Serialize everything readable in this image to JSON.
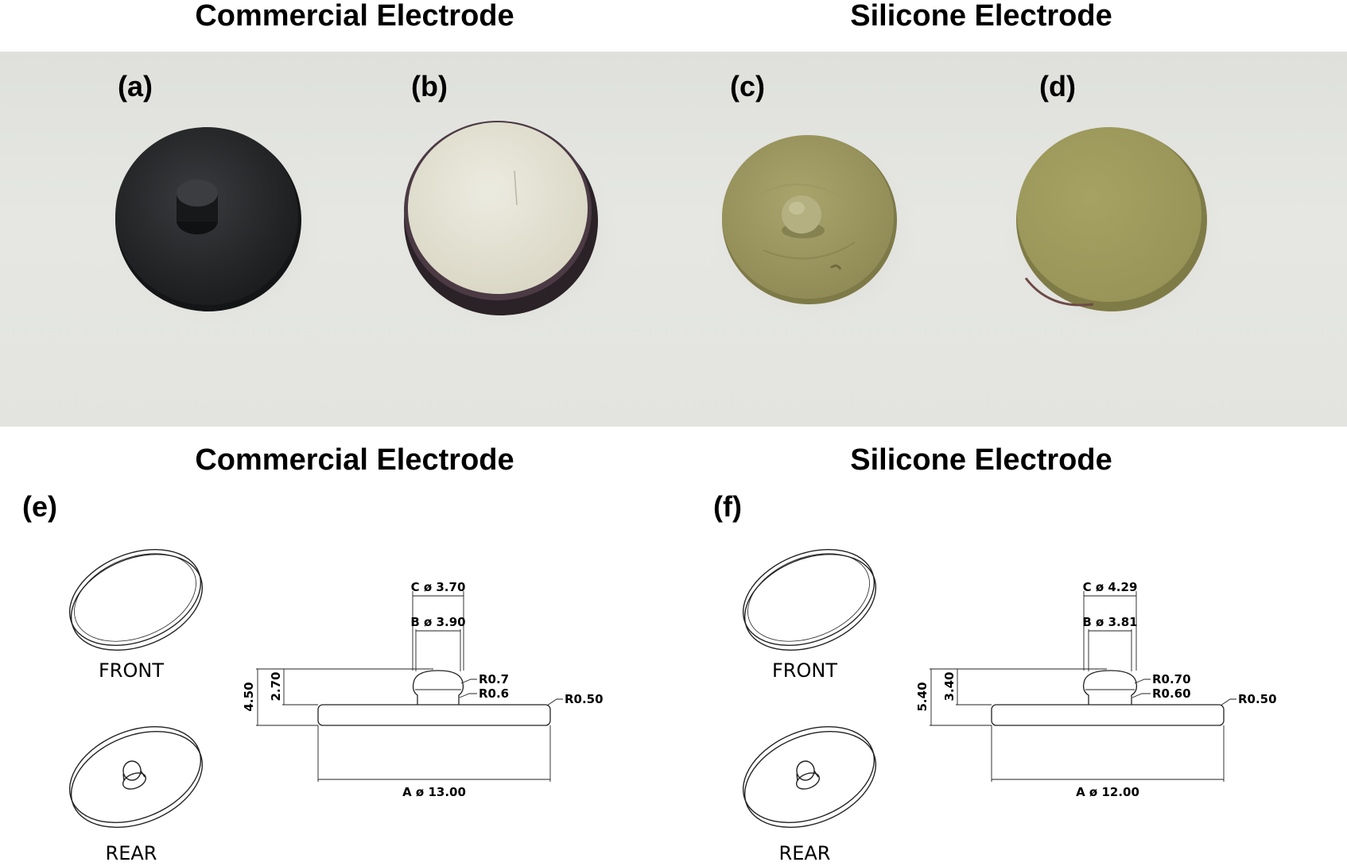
{
  "photos": {
    "titles": [
      "Commercial Electrode",
      "Silicone Electrode"
    ],
    "panels": [
      "(a)",
      "(b)",
      "(c)",
      "(d)"
    ]
  },
  "drawings": {
    "titles": [
      "Commercial Electrode",
      "Silicone Electrode"
    ],
    "commercial": {
      "label": "(e)",
      "front": "FRONT",
      "rear": "REAR",
      "dim_c": "C ø 3.70",
      "dim_b": "B ø 3.90",
      "dim_total": "4.50",
      "dim_disc": "2.70",
      "dim_r_top": "R0.7",
      "dim_r_neck": "R0.6",
      "dim_r_edge": "R0.50",
      "dim_a": "A ø 13.00"
    },
    "silicone": {
      "label": "(f)",
      "front": "FRONT",
      "rear": "REAR",
      "dim_c": "C ø 4.29",
      "dim_b": "B ø 3.81",
      "dim_total": "5.40",
      "dim_disc": "3.40",
      "dim_r_top": "R0.70",
      "dim_r_neck": "R0.60",
      "dim_r_edge": "R0.50",
      "dim_a": "A ø 12.00"
    }
  },
  "colors": {
    "commercial_body": "#2a2b2d",
    "commercial_face": "#e4e1d3",
    "silicone_body": "#9a9560",
    "silicone_face": "#a39f63"
  }
}
